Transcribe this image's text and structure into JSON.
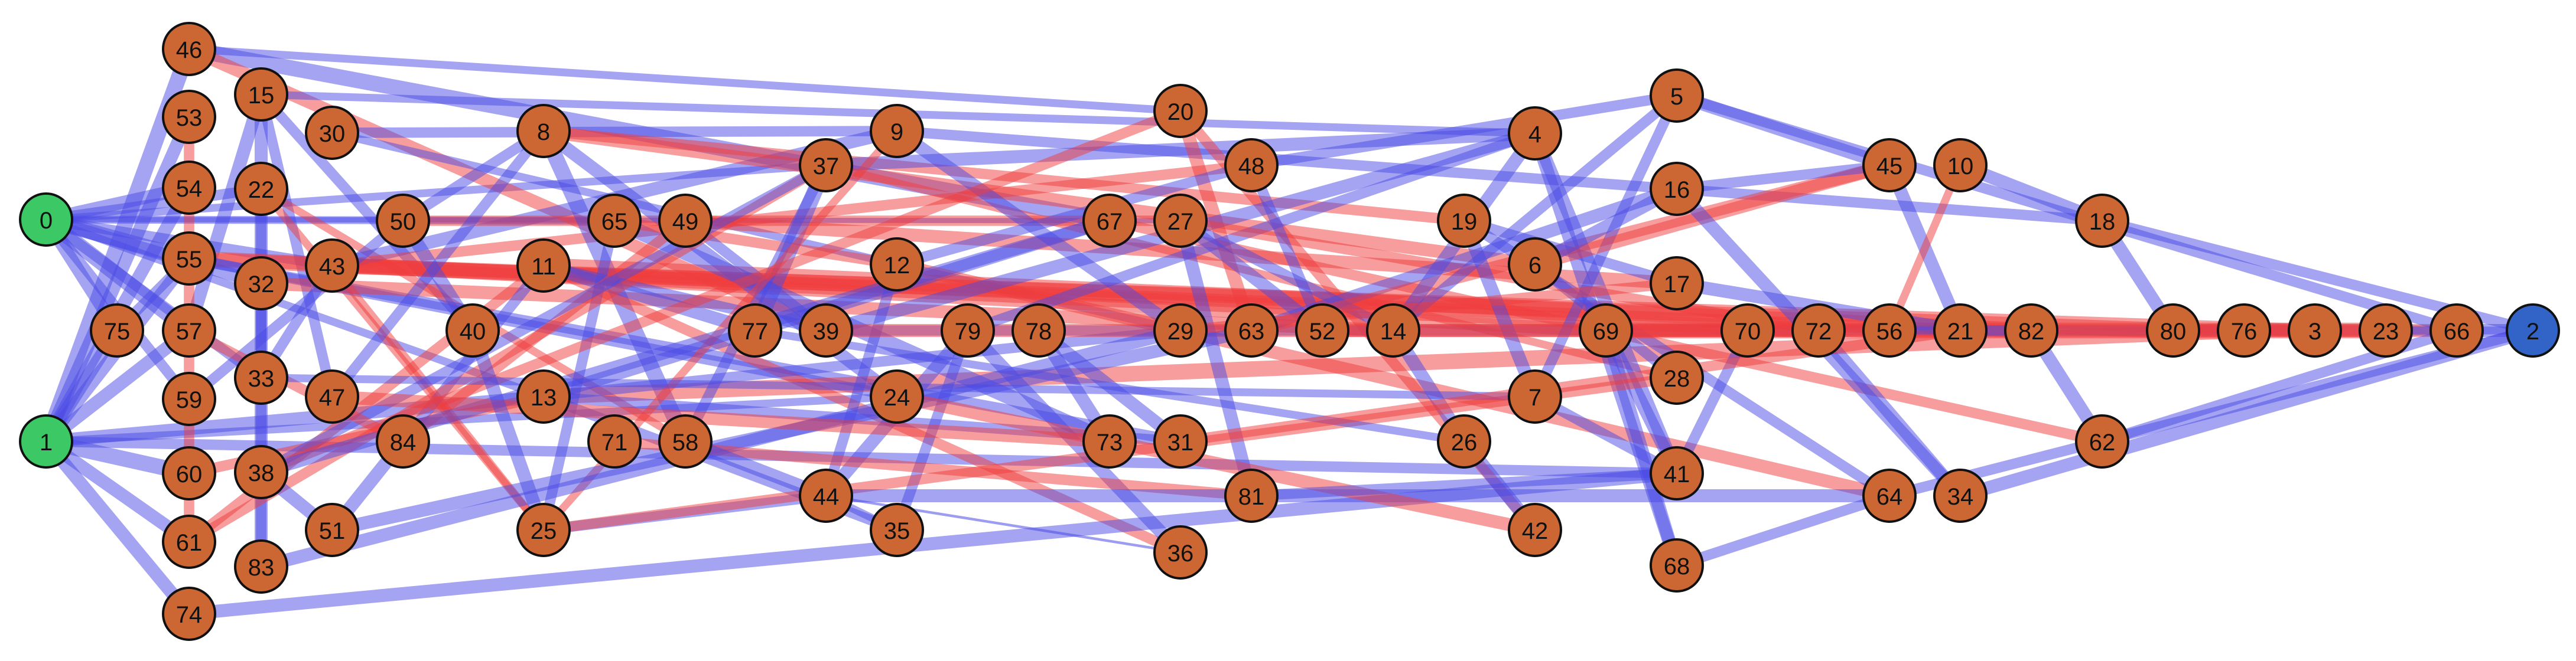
{
  "colors": {
    "source": "#3cc864",
    "sink": "#3264c8",
    "internal": "#cc6633",
    "positive_edge": "#4a4ae6",
    "negative_edge": "#f03c3c"
  },
  "nodes": [
    {
      "id": "0",
      "role": "source"
    },
    {
      "id": "1",
      "role": "source"
    },
    {
      "id": "2",
      "role": "sink"
    },
    {
      "id": "46",
      "role": "internal"
    },
    {
      "id": "53",
      "role": "internal"
    },
    {
      "id": "54",
      "role": "internal"
    },
    {
      "id": "55",
      "role": "internal"
    },
    {
      "id": "57",
      "role": "internal"
    },
    {
      "id": "59",
      "role": "internal"
    },
    {
      "id": "60",
      "role": "internal"
    },
    {
      "id": "61",
      "role": "internal"
    },
    {
      "id": "74",
      "role": "internal"
    },
    {
      "id": "75",
      "role": "internal"
    },
    {
      "id": "15",
      "role": "internal"
    },
    {
      "id": "22",
      "role": "internal"
    },
    {
      "id": "32",
      "role": "internal"
    },
    {
      "id": "33",
      "role": "internal"
    },
    {
      "id": "38",
      "role": "internal"
    },
    {
      "id": "83",
      "role": "internal"
    },
    {
      "id": "30",
      "role": "internal"
    },
    {
      "id": "43",
      "role": "internal"
    },
    {
      "id": "47",
      "role": "internal"
    },
    {
      "id": "51",
      "role": "internal"
    },
    {
      "id": "50",
      "role": "internal"
    },
    {
      "id": "84",
      "role": "internal"
    },
    {
      "id": "40",
      "role": "internal"
    },
    {
      "id": "8",
      "role": "internal"
    },
    {
      "id": "11",
      "role": "internal"
    },
    {
      "id": "13",
      "role": "internal"
    },
    {
      "id": "25",
      "role": "internal"
    },
    {
      "id": "65",
      "role": "internal"
    },
    {
      "id": "71",
      "role": "internal"
    },
    {
      "id": "49",
      "role": "internal"
    },
    {
      "id": "58",
      "role": "internal"
    },
    {
      "id": "77",
      "role": "internal"
    },
    {
      "id": "37",
      "role": "internal"
    },
    {
      "id": "39",
      "role": "internal"
    },
    {
      "id": "44",
      "role": "internal"
    },
    {
      "id": "9",
      "role": "internal"
    },
    {
      "id": "12",
      "role": "internal"
    },
    {
      "id": "24",
      "role": "internal"
    },
    {
      "id": "35",
      "role": "internal"
    },
    {
      "id": "79",
      "role": "internal"
    },
    {
      "id": "78",
      "role": "internal"
    },
    {
      "id": "67",
      "role": "internal"
    },
    {
      "id": "73",
      "role": "internal"
    },
    {
      "id": "20",
      "role": "internal"
    },
    {
      "id": "27",
      "role": "internal"
    },
    {
      "id": "29",
      "role": "internal"
    },
    {
      "id": "31",
      "role": "internal"
    },
    {
      "id": "36",
      "role": "internal"
    },
    {
      "id": "48",
      "role": "internal"
    },
    {
      "id": "63",
      "role": "internal"
    },
    {
      "id": "81",
      "role": "internal"
    },
    {
      "id": "52",
      "role": "internal"
    },
    {
      "id": "14",
      "role": "internal"
    },
    {
      "id": "19",
      "role": "internal"
    },
    {
      "id": "26",
      "role": "internal"
    },
    {
      "id": "4",
      "role": "internal"
    },
    {
      "id": "6",
      "role": "internal"
    },
    {
      "id": "7",
      "role": "internal"
    },
    {
      "id": "42",
      "role": "internal"
    },
    {
      "id": "69",
      "role": "internal"
    },
    {
      "id": "5",
      "role": "internal"
    },
    {
      "id": "16",
      "role": "internal"
    },
    {
      "id": "17",
      "role": "internal"
    },
    {
      "id": "28",
      "role": "internal"
    },
    {
      "id": "41",
      "role": "internal"
    },
    {
      "id": "68",
      "role": "internal"
    },
    {
      "id": "70",
      "role": "internal"
    },
    {
      "id": "72",
      "role": "internal"
    },
    {
      "id": "45",
      "role": "internal"
    },
    {
      "id": "56",
      "role": "internal"
    },
    {
      "id": "64",
      "role": "internal"
    },
    {
      "id": "10",
      "role": "internal"
    },
    {
      "id": "21",
      "role": "internal"
    },
    {
      "id": "34",
      "role": "internal"
    },
    {
      "id": "82",
      "role": "internal"
    },
    {
      "id": "62",
      "role": "internal"
    },
    {
      "id": "18",
      "role": "internal"
    },
    {
      "id": "80",
      "role": "internal"
    },
    {
      "id": "76",
      "role": "internal"
    },
    {
      "id": "3",
      "role": "internal"
    },
    {
      "id": "23",
      "role": "internal"
    },
    {
      "id": "66",
      "role": "internal"
    }
  ],
  "edges": [
    {
      "s": "0",
      "t": "75",
      "sign": "pos",
      "w": 10
    },
    {
      "s": "0",
      "t": "57",
      "sign": "pos",
      "w": 12
    },
    {
      "s": "0",
      "t": "55",
      "sign": "pos",
      "w": 12
    },
    {
      "s": "0",
      "t": "54",
      "sign": "pos",
      "w": 10
    },
    {
      "s": "0",
      "t": "32",
      "sign": "pos",
      "w": 10
    },
    {
      "s": "0",
      "t": "22",
      "sign": "pos",
      "w": 8
    },
    {
      "s": "0",
      "t": "59",
      "sign": "pos",
      "w": 8
    },
    {
      "s": "0",
      "t": "65",
      "sign": "pos",
      "w": 6
    },
    {
      "s": "0",
      "t": "37",
      "sign": "pos",
      "w": 6
    },
    {
      "s": "0",
      "t": "33",
      "sign": "pos",
      "w": 8
    },
    {
      "s": "0",
      "t": "27",
      "sign": "pos",
      "w": 4
    },
    {
      "s": "0",
      "t": "43",
      "sign": "pos",
      "w": 8
    },
    {
      "s": "0",
      "t": "13",
      "sign": "pos",
      "w": 6
    },
    {
      "s": "1",
      "t": "75",
      "sign": "pos",
      "w": 10
    },
    {
      "s": "1",
      "t": "57",
      "sign": "pos",
      "w": 10
    },
    {
      "s": "1",
      "t": "55",
      "sign": "pos",
      "w": 10
    },
    {
      "s": "1",
      "t": "54",
      "sign": "pos",
      "w": 10
    },
    {
      "s": "1",
      "t": "53",
      "sign": "pos",
      "w": 10
    },
    {
      "s": "1",
      "t": "46",
      "sign": "pos",
      "w": 12
    },
    {
      "s": "1",
      "t": "60",
      "sign": "pos",
      "w": 12
    },
    {
      "s": "1",
      "t": "61",
      "sign": "pos",
      "w": 10
    },
    {
      "s": "1",
      "t": "74",
      "sign": "pos",
      "w": 10
    },
    {
      "s": "1",
      "t": "13",
      "sign": "pos",
      "w": 10
    },
    {
      "s": "1",
      "t": "41",
      "sign": "pos",
      "w": 8
    },
    {
      "s": "1",
      "t": "24",
      "sign": "pos",
      "w": 6
    },
    {
      "s": "46",
      "t": "67",
      "sign": "pos",
      "w": 12
    },
    {
      "s": "46",
      "t": "39",
      "sign": "neg",
      "w": 10
    },
    {
      "s": "46",
      "t": "20",
      "sign": "pos",
      "w": 6
    },
    {
      "s": "15",
      "t": "83",
      "sign": "pos",
      "w": 10
    },
    {
      "s": "15",
      "t": "47",
      "sign": "pos",
      "w": 8
    },
    {
      "s": "15",
      "t": "57",
      "sign": "pos",
      "w": 10
    },
    {
      "s": "15",
      "t": "4",
      "sign": "pos",
      "w": 6
    },
    {
      "s": "15",
      "t": "40",
      "sign": "pos",
      "w": 8
    },
    {
      "s": "53",
      "t": "61",
      "sign": "neg",
      "w": 8
    },
    {
      "s": "30",
      "t": "9",
      "sign": "pos",
      "w": 8
    },
    {
      "s": "30",
      "t": "29",
      "sign": "pos",
      "w": 6
    },
    {
      "s": "22",
      "t": "33",
      "sign": "pos",
      "w": 8
    },
    {
      "s": "22",
      "t": "58",
      "sign": "neg",
      "w": 6
    },
    {
      "s": "22",
      "t": "25",
      "sign": "neg",
      "w": 6
    },
    {
      "s": "55",
      "t": "72",
      "sign": "neg",
      "w": 12
    },
    {
      "s": "55",
      "t": "21",
      "sign": "neg",
      "w": 10
    },
    {
      "s": "55",
      "t": "24",
      "sign": "pos",
      "w": 8
    },
    {
      "s": "55",
      "t": "31",
      "sign": "pos",
      "w": 8
    },
    {
      "s": "32",
      "t": "14",
      "sign": "neg",
      "w": 10
    },
    {
      "s": "32",
      "t": "83",
      "sign": "pos",
      "w": 8
    },
    {
      "s": "43",
      "t": "80",
      "sign": "neg",
      "w": 12
    },
    {
      "s": "43",
      "t": "3",
      "sign": "neg",
      "w": 10
    },
    {
      "s": "43",
      "t": "9",
      "sign": "pos",
      "w": 10
    },
    {
      "s": "43",
      "t": "48",
      "sign": "neg",
      "w": 8
    },
    {
      "s": "43",
      "t": "33",
      "sign": "pos",
      "w": 8
    },
    {
      "s": "43",
      "t": "25",
      "sign": "neg",
      "w": 6
    },
    {
      "s": "43",
      "t": "69",
      "sign": "neg",
      "w": 10
    },
    {
      "s": "50",
      "t": "27",
      "sign": "neg",
      "w": 8
    },
    {
      "s": "50",
      "t": "40",
      "sign": "pos",
      "w": 10
    },
    {
      "s": "50",
      "t": "59",
      "sign": "pos",
      "w": 8
    },
    {
      "s": "8",
      "t": "58",
      "sign": "pos",
      "w": 12
    },
    {
      "s": "8",
      "t": "24",
      "sign": "pos",
      "w": 10
    },
    {
      "s": "8",
      "t": "6",
      "sign": "neg",
      "w": 10
    },
    {
      "s": "8",
      "t": "19",
      "sign": "neg",
      "w": 8
    },
    {
      "s": "8",
      "t": "50",
      "sign": "pos",
      "w": 8
    },
    {
      "s": "8",
      "t": "47",
      "sign": "pos",
      "w": 8
    },
    {
      "s": "11",
      "t": "82",
      "sign": "neg",
      "w": 12
    },
    {
      "s": "11",
      "t": "39",
      "sign": "pos",
      "w": 8
    },
    {
      "s": "11",
      "t": "36",
      "sign": "neg",
      "w": 8
    },
    {
      "s": "11",
      "t": "77",
      "sign": "pos",
      "w": 10
    },
    {
      "s": "11",
      "t": "61",
      "sign": "neg",
      "w": 8
    },
    {
      "s": "11",
      "t": "84",
      "sign": "pos",
      "w": 8
    },
    {
      "s": "13",
      "t": "76",
      "sign": "neg",
      "w": 12
    },
    {
      "s": "13",
      "t": "67",
      "sign": "pos",
      "w": 10
    },
    {
      "s": "13",
      "t": "29",
      "sign": "pos",
      "w": 8
    },
    {
      "s": "13",
      "t": "35",
      "sign": "pos",
      "w": 8
    },
    {
      "s": "13",
      "t": "60",
      "sign": "neg",
      "w": 8
    },
    {
      "s": "13",
      "t": "31",
      "sign": "pos",
      "w": 8
    },
    {
      "s": "65",
      "t": "73",
      "sign": "pos",
      "w": 12
    },
    {
      "s": "65",
      "t": "12",
      "sign": "neg",
      "w": 8
    },
    {
      "s": "65",
      "t": "25",
      "sign": "pos",
      "w": 8
    },
    {
      "s": "49",
      "t": "17",
      "sign": "neg",
      "w": 10
    },
    {
      "s": "49",
      "t": "39",
      "sign": "pos",
      "w": 8
    },
    {
      "s": "49",
      "t": "84",
      "sign": "neg",
      "w": 8
    },
    {
      "s": "37",
      "t": "77",
      "sign": "pos",
      "w": 12
    },
    {
      "s": "37",
      "t": "4",
      "sign": "pos",
      "w": 10
    },
    {
      "s": "37",
      "t": "58",
      "sign": "pos",
      "w": 8
    },
    {
      "s": "37",
      "t": "61",
      "sign": "neg",
      "w": 8
    },
    {
      "s": "37",
      "t": "28",
      "sign": "neg",
      "w": 6
    },
    {
      "s": "37",
      "t": "38",
      "sign": "pos",
      "w": 8
    },
    {
      "s": "9",
      "t": "29",
      "sign": "pos",
      "w": 10
    },
    {
      "s": "9",
      "t": "18",
      "sign": "pos",
      "w": 8
    },
    {
      "s": "9",
      "t": "25",
      "sign": "neg",
      "w": 6
    },
    {
      "s": "20",
      "t": "63",
      "sign": "neg",
      "w": 10
    },
    {
      "s": "20",
      "t": "42",
      "sign": "neg",
      "w": 8
    },
    {
      "s": "20",
      "t": "38",
      "sign": "neg",
      "w": 8
    },
    {
      "s": "12",
      "t": "64",
      "sign": "neg",
      "w": 10
    },
    {
      "s": "12",
      "t": "48",
      "sign": "pos",
      "w": 8
    },
    {
      "s": "12",
      "t": "44",
      "sign": "pos",
      "w": 8
    },
    {
      "s": "39",
      "t": "4",
      "sign": "pos",
      "w": 10
    },
    {
      "s": "39",
      "t": "66",
      "sign": "pos",
      "w": 8
    },
    {
      "s": "39",
      "t": "56",
      "sign": "neg",
      "w": 10
    },
    {
      "s": "79",
      "t": "36",
      "sign": "pos",
      "w": 10
    },
    {
      "s": "79",
      "t": "44",
      "sign": "pos",
      "w": 10
    },
    {
      "s": "79",
      "t": "4",
      "sign": "pos",
      "w": 8
    },
    {
      "s": "79",
      "t": "35",
      "sign": "pos",
      "w": 8
    },
    {
      "s": "78",
      "t": "31",
      "sign": "pos",
      "w": 10
    },
    {
      "s": "67",
      "t": "38",
      "sign": "pos",
      "w": 10
    },
    {
      "s": "67",
      "t": "62",
      "sign": "neg",
      "w": 8
    },
    {
      "s": "27",
      "t": "81",
      "sign": "pos",
      "w": 10
    },
    {
      "s": "27",
      "t": "52",
      "sign": "pos",
      "w": 10
    },
    {
      "s": "27",
      "t": "72",
      "sign": "neg",
      "w": 8
    },
    {
      "s": "27",
      "t": "14",
      "sign": "pos",
      "w": 8
    },
    {
      "s": "48",
      "t": "52",
      "sign": "pos",
      "w": 8
    },
    {
      "s": "48",
      "t": "5",
      "sign": "pos",
      "w": 8
    },
    {
      "s": "63",
      "t": "16",
      "sign": "pos",
      "w": 10
    },
    {
      "s": "63",
      "t": "45",
      "sign": "neg",
      "w": 10
    },
    {
      "s": "4",
      "t": "41",
      "sign": "pos",
      "w": 10
    },
    {
      "s": "4",
      "t": "68",
      "sign": "pos",
      "w": 10
    },
    {
      "s": "4",
      "t": "14",
      "sign": "pos",
      "w": 10
    },
    {
      "s": "5",
      "t": "45",
      "sign": "pos",
      "w": 10
    },
    {
      "s": "5",
      "t": "7",
      "sign": "pos",
      "w": 8
    },
    {
      "s": "5",
      "t": "14",
      "sign": "pos",
      "w": 8
    },
    {
      "s": "19",
      "t": "7",
      "sign": "pos",
      "w": 10
    },
    {
      "s": "19",
      "t": "17",
      "sign": "pos",
      "w": 8
    },
    {
      "s": "19",
      "t": "64",
      "sign": "pos",
      "w": 8
    },
    {
      "s": "6",
      "t": "45",
      "sign": "neg",
      "w": 10
    },
    {
      "s": "6",
      "t": "16",
      "sign": "pos",
      "w": 10
    },
    {
      "s": "6",
      "t": "28",
      "sign": "pos",
      "w": 8
    },
    {
      "s": "14",
      "t": "26",
      "sign": "pos",
      "w": 10
    },
    {
      "s": "26",
      "t": "42",
      "sign": "pos",
      "w": 10
    },
    {
      "s": "69",
      "t": "41",
      "sign": "pos",
      "w": 10
    },
    {
      "s": "69",
      "t": "68",
      "sign": "pos",
      "w": 10
    },
    {
      "s": "69",
      "t": "23",
      "sign": "neg",
      "w": 12
    },
    {
      "s": "69",
      "t": "66",
      "sign": "neg",
      "w": 10
    },
    {
      "s": "16",
      "t": "34",
      "sign": "pos",
      "w": 10
    },
    {
      "s": "16",
      "t": "45",
      "sign": "pos",
      "w": 8
    },
    {
      "s": "17",
      "t": "21",
      "sign": "pos",
      "w": 10
    },
    {
      "s": "70",
      "t": "41",
      "sign": "pos",
      "w": 8
    },
    {
      "s": "72",
      "t": "34",
      "sign": "pos",
      "w": 10
    },
    {
      "s": "45",
      "t": "21",
      "sign": "pos",
      "w": 10
    },
    {
      "s": "10",
      "t": "18",
      "sign": "pos",
      "w": 10
    },
    {
      "s": "10",
      "t": "56",
      "sign": "neg",
      "w": 6
    },
    {
      "s": "82",
      "t": "62",
      "sign": "pos",
      "w": 10
    },
    {
      "s": "18",
      "t": "80",
      "sign": "pos",
      "w": 10
    },
    {
      "s": "5",
      "t": "66",
      "sign": "pos",
      "w": 8
    },
    {
      "s": "62",
      "t": "66",
      "sign": "pos",
      "w": 8
    },
    {
      "s": "34",
      "t": "2",
      "sign": "pos",
      "w": 10
    },
    {
      "s": "64",
      "t": "2",
      "sign": "pos",
      "w": 8
    },
    {
      "s": "68",
      "t": "64",
      "sign": "pos",
      "w": 8
    },
    {
      "s": "66",
      "t": "2",
      "sign": "pos",
      "w": 10
    },
    {
      "s": "23",
      "t": "2",
      "sign": "pos",
      "w": 6
    },
    {
      "s": "18",
      "t": "2",
      "sign": "pos",
      "w": 8
    },
    {
      "s": "3",
      "t": "23",
      "sign": "neg",
      "w": 10
    },
    {
      "s": "76",
      "t": "3",
      "sign": "neg",
      "w": 10
    },
    {
      "s": "80",
      "t": "76",
      "sign": "neg",
      "w": 10
    },
    {
      "s": "74",
      "t": "41",
      "sign": "pos",
      "w": 10
    },
    {
      "s": "83",
      "t": "29",
      "sign": "pos",
      "w": 10
    },
    {
      "s": "51",
      "t": "63",
      "sign": "pos",
      "w": 10
    },
    {
      "s": "25",
      "t": "44",
      "sign": "pos",
      "w": 8
    },
    {
      "s": "25",
      "t": "28",
      "sign": "neg",
      "w": 8
    },
    {
      "s": "38",
      "t": "51",
      "sign": "pos",
      "w": 10
    },
    {
      "s": "84",
      "t": "51",
      "sign": "pos",
      "w": 10
    },
    {
      "s": "47",
      "t": "73",
      "sign": "neg",
      "w": 10
    },
    {
      "s": "71",
      "t": "81",
      "sign": "neg",
      "w": 8
    },
    {
      "s": "58",
      "t": "44",
      "sign": "pos",
      "w": 10
    },
    {
      "s": "44",
      "t": "64",
      "sign": "pos",
      "w": 10
    },
    {
      "s": "35",
      "t": "44",
      "sign": "pos",
      "w": 6
    },
    {
      "s": "44",
      "t": "36",
      "sign": "pos",
      "w": 2
    },
    {
      "s": "24",
      "t": "42",
      "sign": "neg",
      "w": 10
    },
    {
      "s": "40",
      "t": "25",
      "sign": "pos",
      "w": 10
    },
    {
      "s": "57",
      "t": "84",
      "sign": "neg",
      "w": 8
    },
    {
      "s": "75",
      "t": "55",
      "sign": "pos",
      "w": 8
    },
    {
      "s": "33",
      "t": "7",
      "sign": "pos",
      "w": 6
    },
    {
      "s": "77",
      "t": "26",
      "sign": "pos",
      "w": 6
    },
    {
      "s": "29",
      "t": "17",
      "sign": "neg",
      "w": 8
    },
    {
      "s": "52",
      "t": "70",
      "sign": "neg",
      "w": 10
    },
    {
      "s": "73",
      "t": "78",
      "sign": "pos",
      "w": 10
    },
    {
      "s": "81",
      "t": "41",
      "sign": "pos",
      "w": 8
    },
    {
      "s": "31",
      "t": "21",
      "sign": "neg",
      "w": 8
    },
    {
      "s": "21",
      "t": "82",
      "sign": "pos",
      "w": 8
    },
    {
      "s": "56",
      "t": "21",
      "sign": "pos",
      "w": 6
    },
    {
      "s": "7",
      "t": "41",
      "sign": "pos",
      "w": 8
    }
  ]
}
